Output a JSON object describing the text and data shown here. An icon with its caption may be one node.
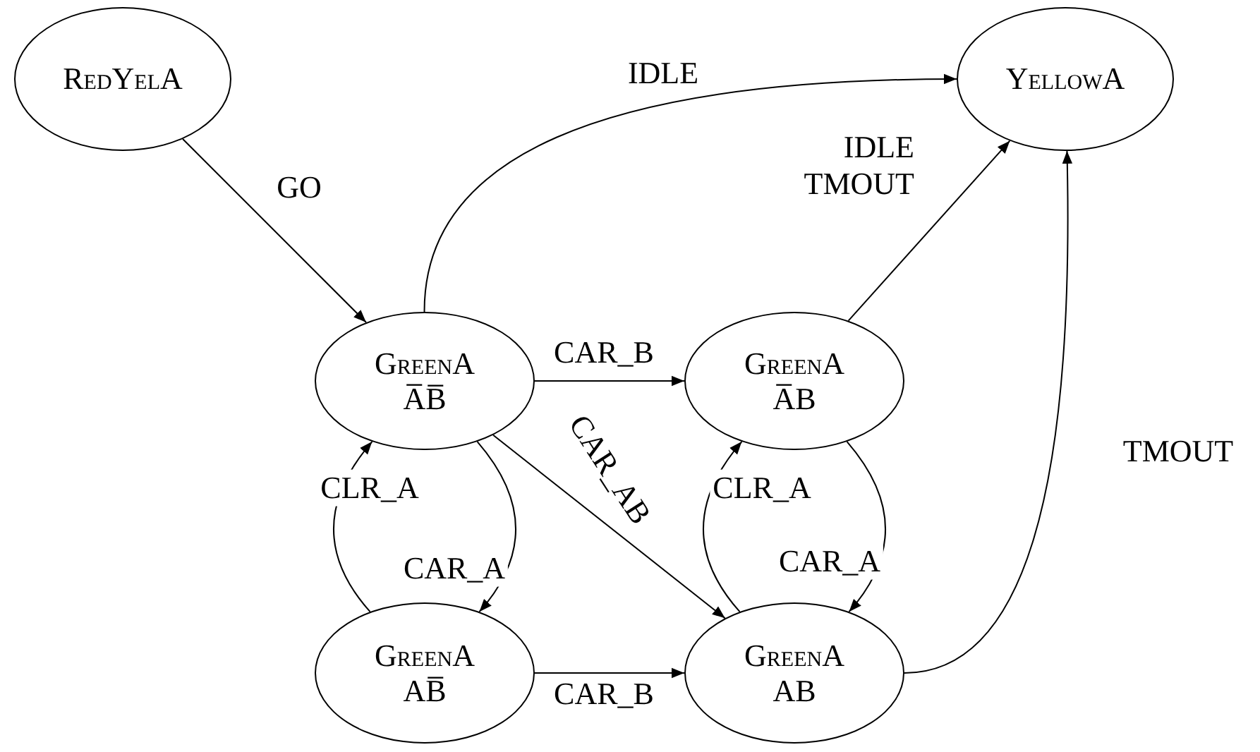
{
  "diagram": {
    "nodes": [
      {
        "text": [
          "RedYelA"
        ]
      },
      {
        "text": [
          "YellowA"
        ]
      },
      {
        "text": [
          "GreenA",
          "A̅B̅"
        ]
      },
      {
        "text": [
          "GreenA",
          "A̅B"
        ]
      },
      {
        "text": [
          "GreenA",
          "AB̅"
        ]
      },
      {
        "text": [
          "GreenA",
          "AB"
        ]
      }
    ],
    "edges": [
      {
        "from": 0,
        "to": 2,
        "arrow": "to",
        "label": "GO"
      },
      {
        "from": 2,
        "to": 1,
        "arrow": "to",
        "label": "IDLE"
      },
      {
        "from": 2,
        "to": 3,
        "arrow": "to",
        "label": "CAR_B"
      },
      {
        "from": 2,
        "to": 5,
        "arrow": "to",
        "label": "CAR_AB"
      },
      {
        "from": 2,
        "to": 4,
        "arrow": "to",
        "label": "CAR_A"
      },
      {
        "from": 4,
        "to": 2,
        "arrow": "to",
        "label": "CLR_A"
      },
      {
        "from": 4,
        "to": 5,
        "arrow": "to",
        "label": "CAR_B"
      },
      {
        "from": 3,
        "to": 1,
        "arrow": "to",
        "label": "IDLE TMOUT"
      },
      {
        "from": 3,
        "to": 5,
        "arrow": "to",
        "label": "CAR_A"
      },
      {
        "from": 5,
        "to": 3,
        "arrow": "to",
        "label": "CLR_A"
      },
      {
        "from": 5,
        "to": 1,
        "arrow": "to",
        "label": "TMOUT"
      }
    ]
  }
}
